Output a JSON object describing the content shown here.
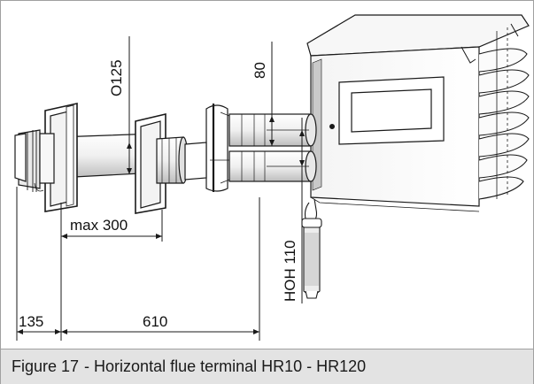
{
  "figure": {
    "number": "Figure 17",
    "title": "- Horizontal flue terminal HR10 - HR120"
  },
  "dimensions": {
    "diameter": "O125",
    "height_80": "80",
    "max_length": "max 300",
    "left_135": "135",
    "span_610": "610",
    "hoh": "HOH 110"
  },
  "colors": {
    "line": "#1a1a1a",
    "shade": "#9a9a9a",
    "caption_bg": "#e3e3e3"
  }
}
